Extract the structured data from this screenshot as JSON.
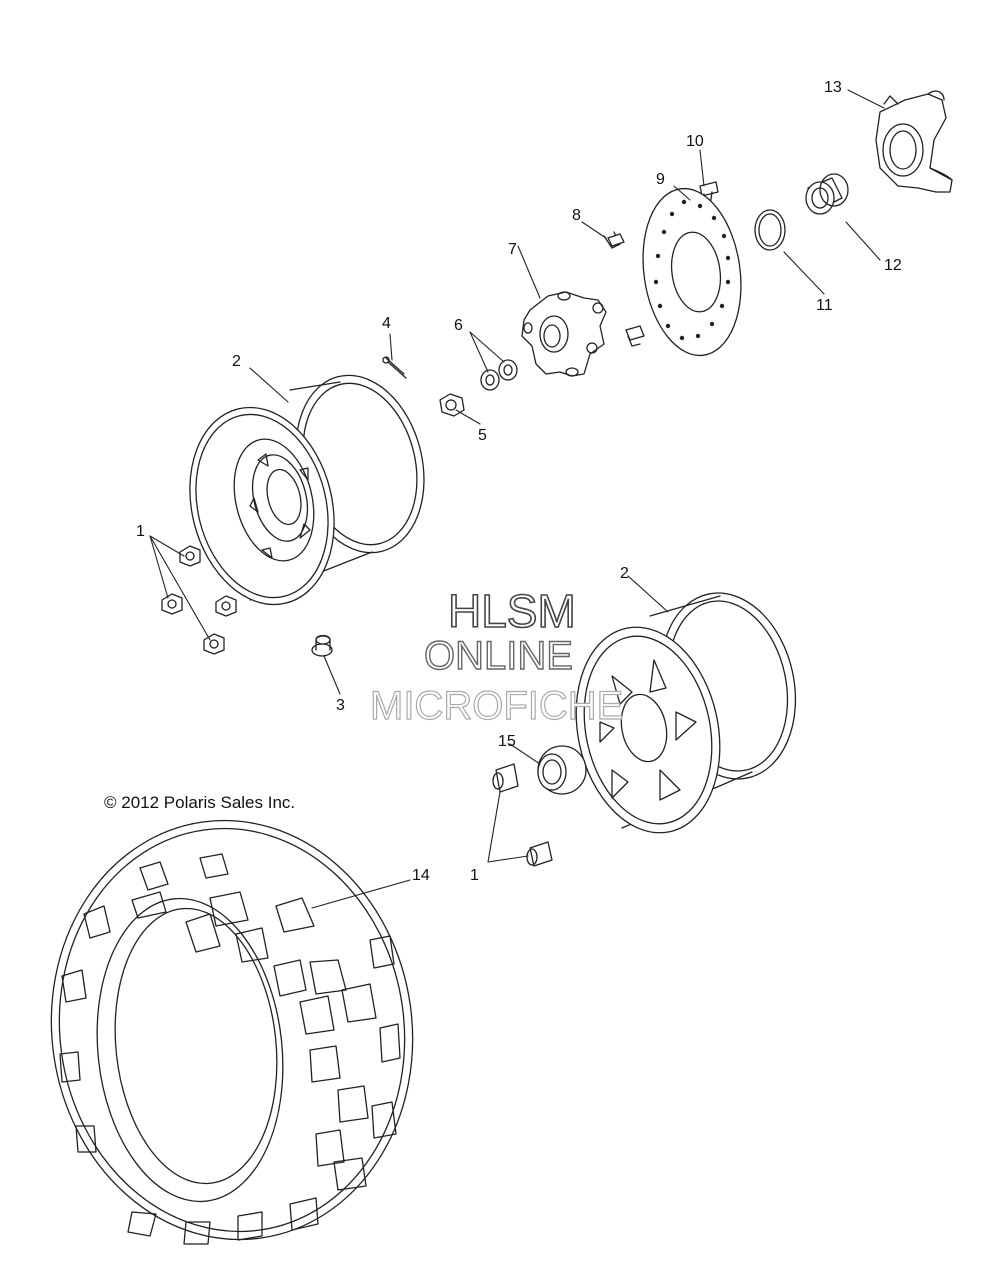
{
  "copyright": "© 2012 Polaris Sales Inc.",
  "watermark": {
    "line1": "HLSM",
    "line2": "ONLINE",
    "line3": "MICROFICHE"
  },
  "callouts": {
    "c1a": "1",
    "c1b": "1",
    "c2a": "2",
    "c2b": "2",
    "c3": "3",
    "c4": "4",
    "c5": "5",
    "c6": "6",
    "c7": "7",
    "c8": "8",
    "c9": "9",
    "c10": "10",
    "c11": "11",
    "c12": "12",
    "c13": "13",
    "c14": "14",
    "c15": "15"
  }
}
